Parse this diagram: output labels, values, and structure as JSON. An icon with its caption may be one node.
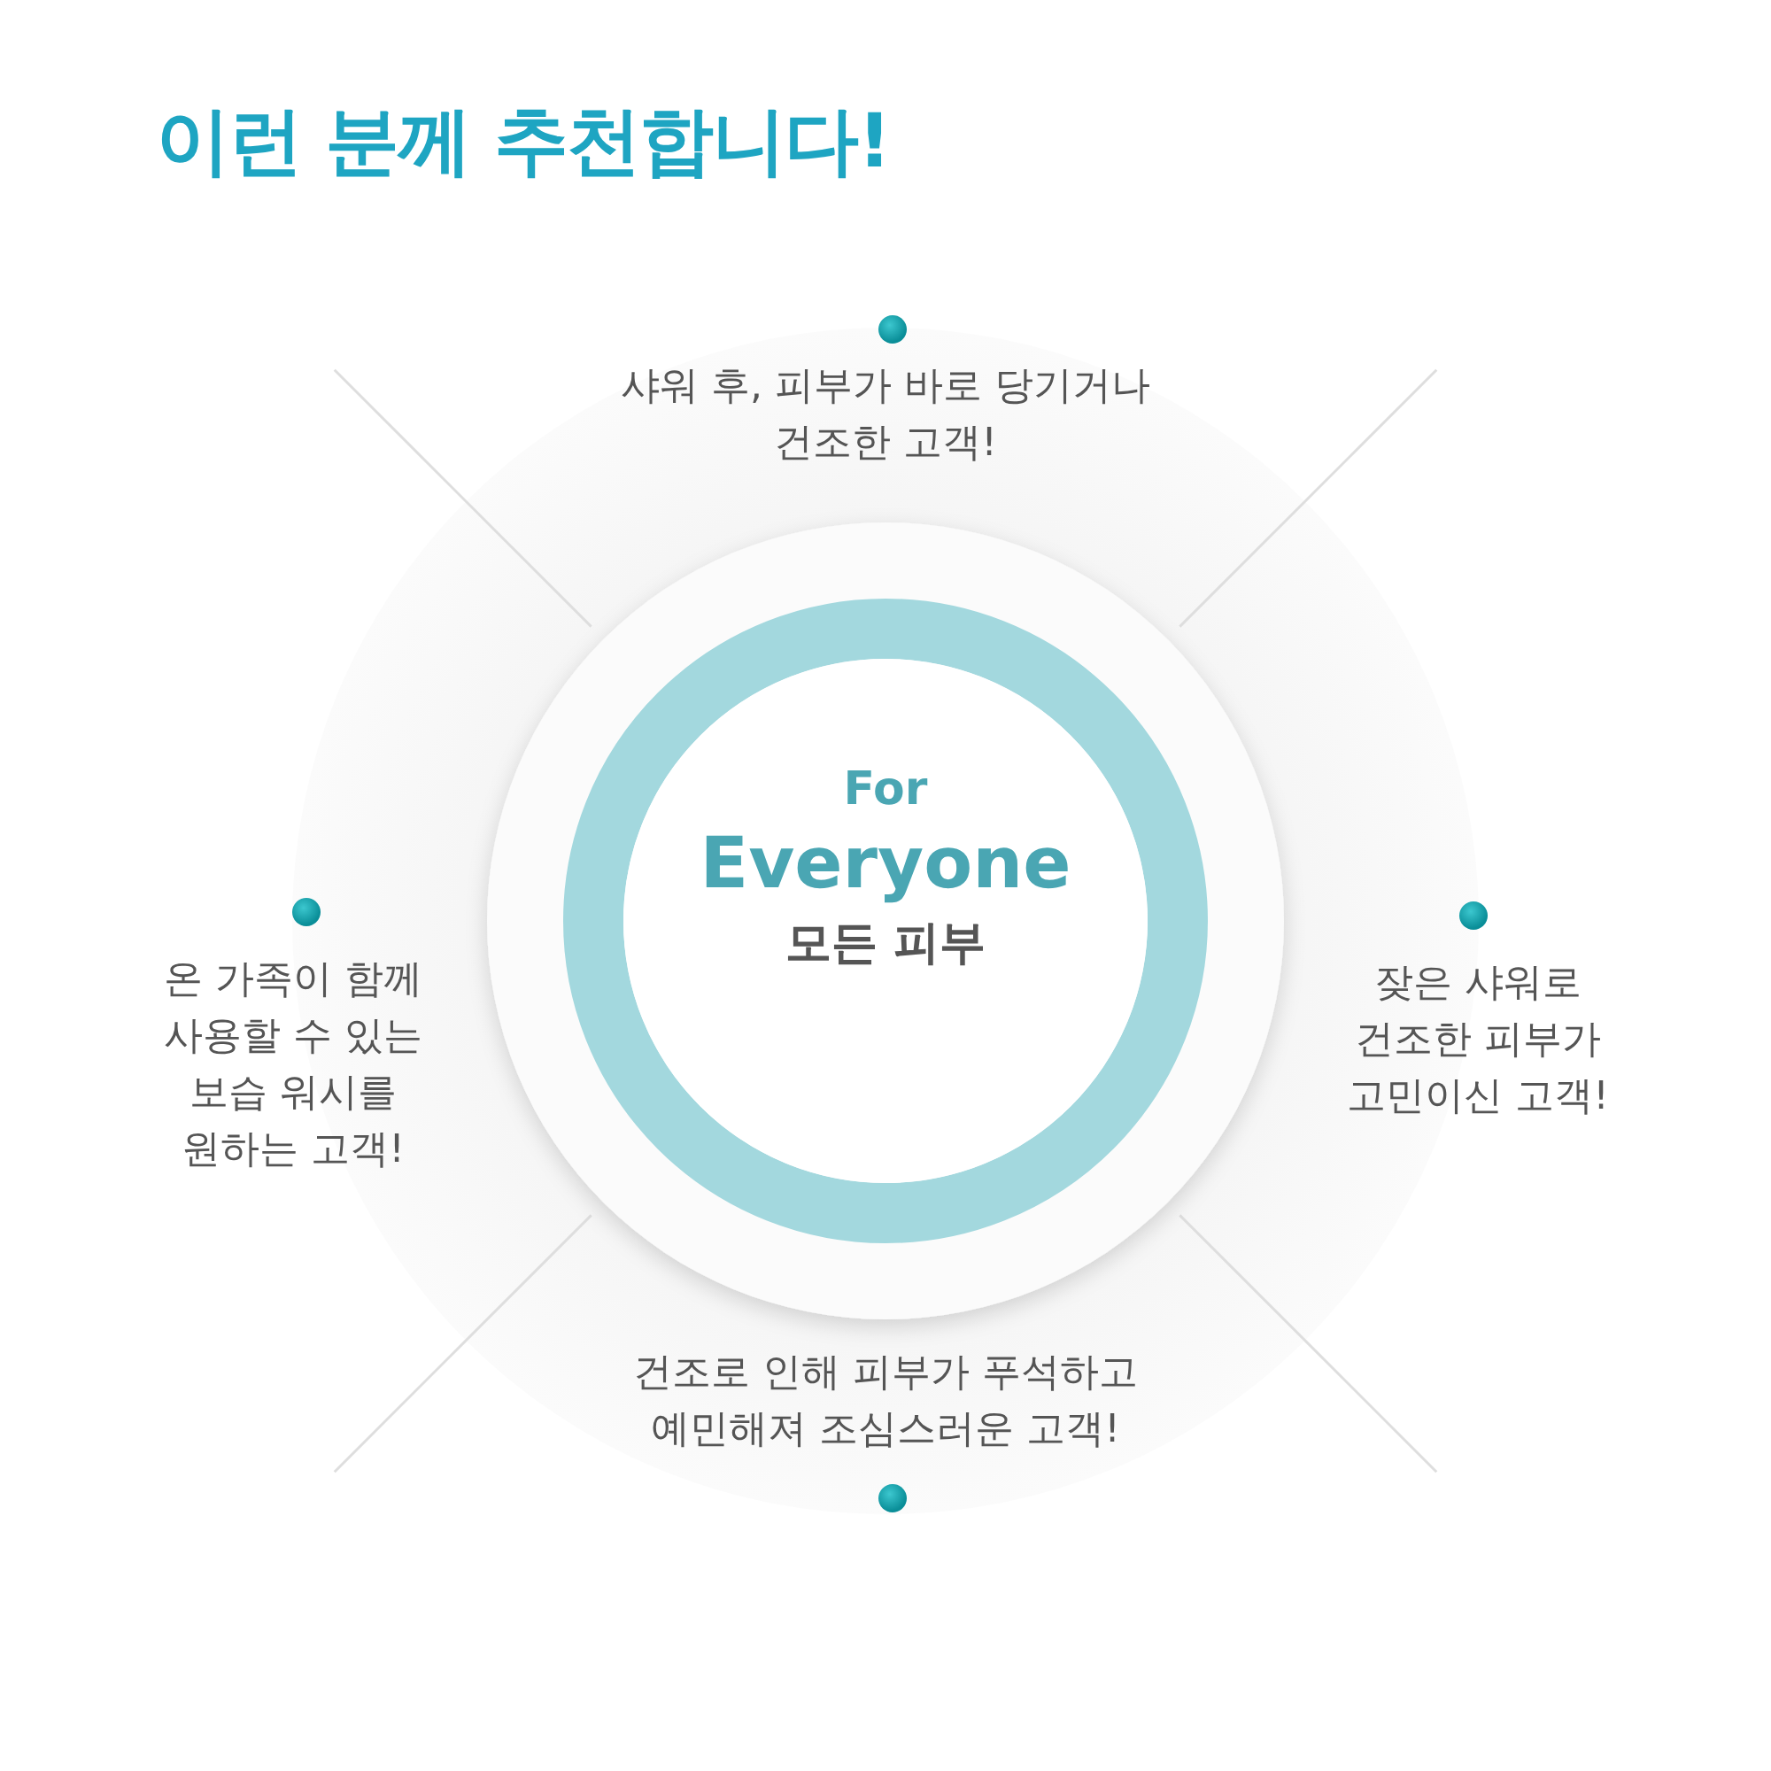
{
  "diagram": {
    "title": "이런 분께 추천합니다!",
    "nodes": [
      {
        "text": [
          "For",
          "Everyone",
          "모든 피부"
        ]
      },
      {
        "text": [
          "샤워 후, 피부가 바로 당기거나 건조한 고객!"
        ]
      },
      {
        "text": [
          "온 가족이 함께 사용할 수 있는 보습 워시를 원하는 고객!"
        ]
      },
      {
        "text": [
          "잦은 샤워로 건조한 피부가 고민이신 고객!"
        ]
      },
      {
        "text": [
          "건조로 인해 피부가 푸석하고 예민해져 조심스러운 고객!"
        ]
      }
    ]
  }
}
